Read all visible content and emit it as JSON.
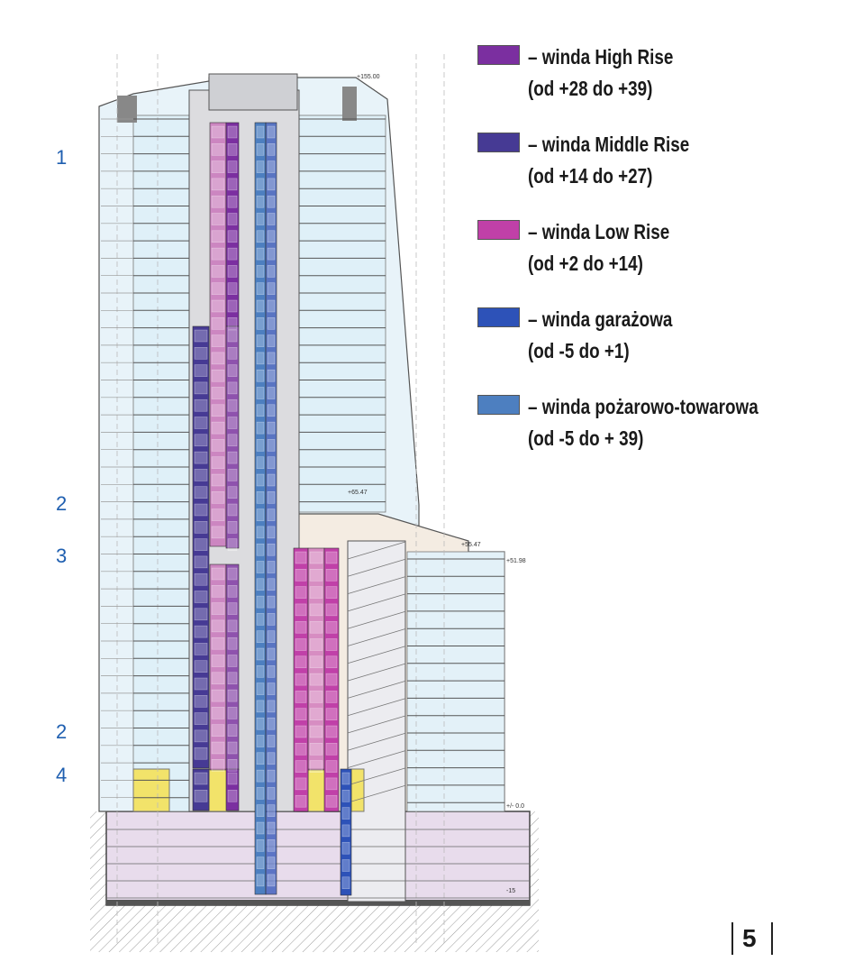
{
  "legend": [
    {
      "id": "high",
      "color": "#7b2fa0",
      "line1": "– winda High Rise",
      "line2": "(od +28 do +39)"
    },
    {
      "id": "middle",
      "color": "#463a94",
      "line1": "– winda Middle Rise",
      "line2": "(od +14 do +27)"
    },
    {
      "id": "low",
      "color": "#c040a8",
      "line1": "– winda Low Rise",
      "line2": "(od +2 do +14)"
    },
    {
      "id": "garage",
      "color": "#2d52b8",
      "line1": "– winda garażowa",
      "line2": "(od -5 do +1)"
    },
    {
      "id": "fire",
      "color": "#4d7fc0",
      "line1": "– winda pożarowo-towarowa",
      "line2": "(od -5 do + 39)"
    }
  ],
  "zones": [
    "1",
    "2",
    "3",
    "2",
    "4"
  ],
  "levels": {
    "top": "+155.00",
    "l1": "+65.47",
    "l2": "+55.47",
    "l3": "+51.98",
    "ground": "+/- 0.0",
    "bottom": "-15"
  },
  "page_number": "5",
  "colors": {
    "building_face": "#dff0f8",
    "floor_line": "#4a4a4a",
    "core": "#d9d9dc",
    "yellow": "#f2e36a",
    "basement": "#e8d8ec"
  }
}
